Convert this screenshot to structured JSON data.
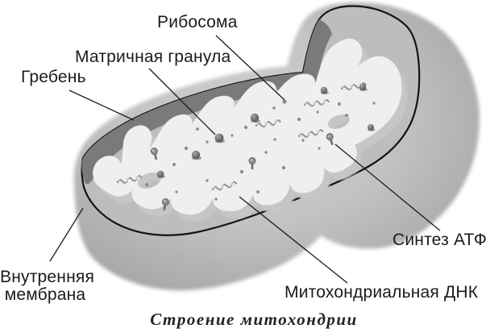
{
  "figure": {
    "caption": "Строение митохондрии",
    "labels": {
      "ribosome": "Рибосома",
      "matrix_granule": "Матричная гранула",
      "crista": "Гребень",
      "atp_synthesis": "Синтез АТФ",
      "inner_membrane_line1": "Внутренняя",
      "inner_membrane_line2": "мембрана",
      "mitochondrial_dna": "Митохондриальная ДНК"
    },
    "colors": {
      "background": "#ffffff",
      "outline": "#141414",
      "outer_body_gray": "#b5b5b5",
      "intermembrane_dark": "#7a7a7a",
      "opening_mid_gray": "#bdbdbd",
      "fold_wall_gray": "#c6c6c6",
      "matrix_light": "#efefef",
      "granule_dark": "#4f4f4f",
      "text": "#1b1b1b"
    }
  }
}
